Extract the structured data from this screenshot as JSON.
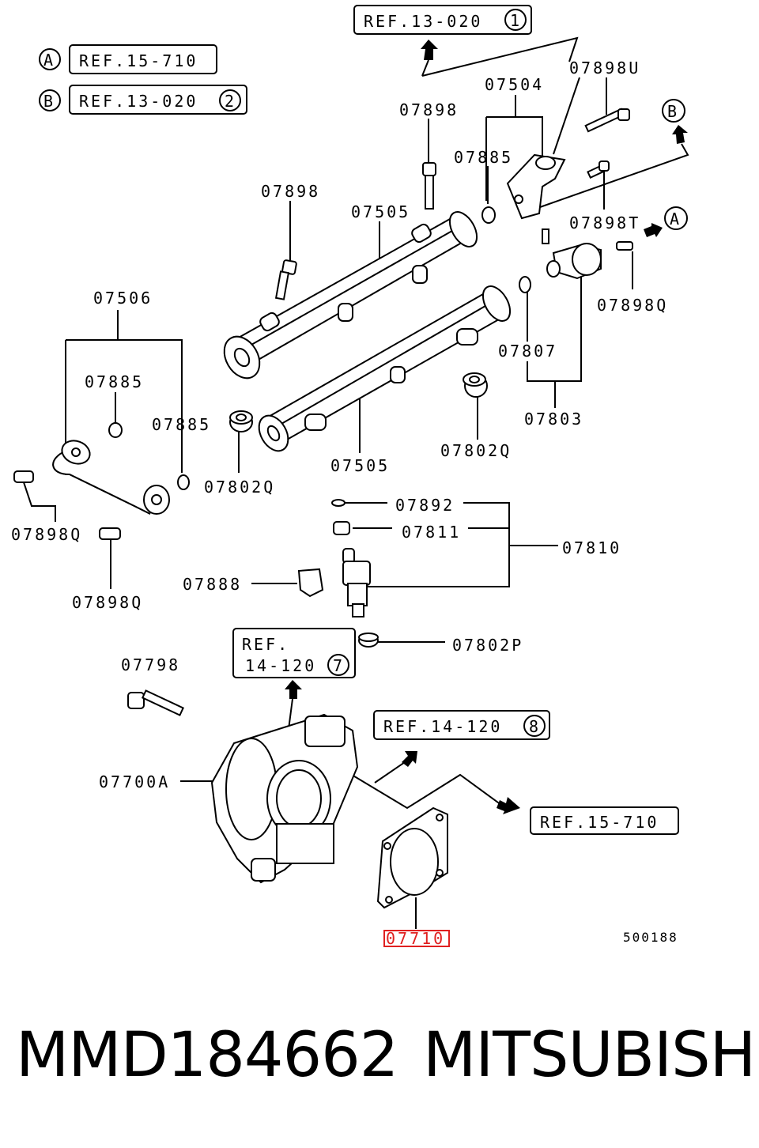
{
  "diagram": {
    "refs": {
      "r13_020_1": {
        "text": "REF.13-020",
        "num": "1"
      },
      "r15_710_a": {
        "text": "REF.15-710",
        "key": "A"
      },
      "r13_020_2": {
        "text": "REF.13-020",
        "num": "2",
        "key": "B"
      },
      "r14_120_7": {
        "line1": "REF.",
        "line2": "14-120",
        "num": "7"
      },
      "r14_120_8": {
        "text": "REF.14-120",
        "num": "8"
      },
      "r15_710_b": {
        "text": "REF.15-710"
      }
    },
    "callouts": {
      "b_top": "B",
      "a_right": "A"
    },
    "labels": {
      "p07504": "07504",
      "p07898U": "07898U",
      "p07898_a": "07898",
      "p07885_a": "07885",
      "p07898_b": "07898",
      "p07505_a": "07505",
      "p07898T": "07898T",
      "p07898Q_a": "07898Q",
      "p07506": "07506",
      "p07885_b": "07885",
      "p07885_c": "07885",
      "p07807": "07807",
      "p07803": "07803",
      "p07802Q_a": "07802Q",
      "p07802Q_b": "07802Q",
      "p07505_b": "07505",
      "p07898Q_b": "07898Q",
      "p07898Q_c": "07898Q",
      "p07892": "07892",
      "p07811": "07811",
      "p07810": "07810",
      "p07888": "07888",
      "p07802P": "07802P",
      "p07798": "07798",
      "p07700A": "07700A",
      "p07710": "07710"
    },
    "drawing_number": "500188",
    "highlight_color": "#e02020"
  },
  "footer": {
    "part_number": "MMD184662",
    "brand": "MITSUBISHI"
  }
}
